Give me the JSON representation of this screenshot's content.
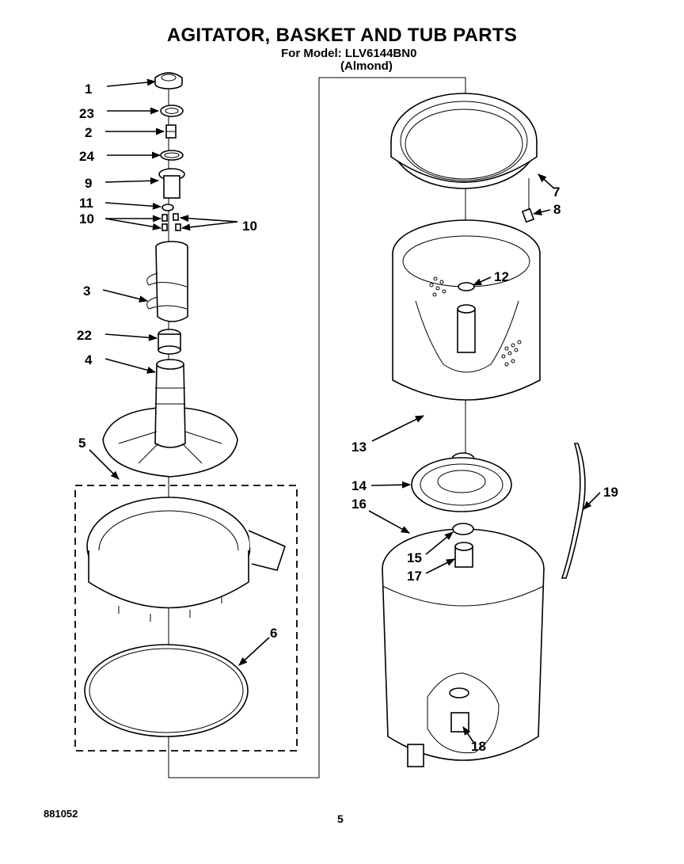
{
  "header": {
    "title": "AGITATOR, BASKET AND TUB PARTS",
    "model_line": "For Model: LLV6144BN0",
    "variant": "(Almond)"
  },
  "footer": {
    "doc_number": "881052",
    "page_number": "5"
  },
  "callouts": {
    "c1": "1",
    "c23": "23",
    "c2": "2",
    "c24": "24",
    "c9": "9",
    "c11": "11",
    "c10a": "10",
    "c10b": "10",
    "c3": "3",
    "c22": "22",
    "c4": "4",
    "c5": "5",
    "c6": "6",
    "c7": "7",
    "c8": "8",
    "c12": "12",
    "c13": "13",
    "c14": "14",
    "c16": "16",
    "c15": "15",
    "c17": "17",
    "c18": "18",
    "c19": "19"
  }
}
